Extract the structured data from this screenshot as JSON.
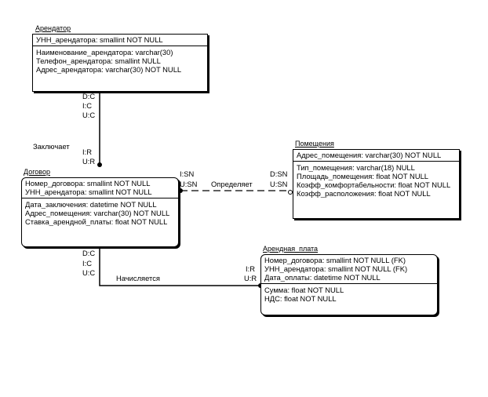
{
  "diagram": {
    "entities": {
      "arendator": {
        "title": "Арендатор",
        "pk": [
          "УНН_арендатора: smallint NOT NULL"
        ],
        "attrs": [
          "Наименование_арендатора: varchar(30)",
          "Телефон_арендатора: smallint NULL",
          "Адрес_арендатора: varchar(30) NOT NULL"
        ]
      },
      "dogovor": {
        "title": "Договор",
        "pk": [
          "Номер_договора: smallint NOT NULL",
          "УНН_арендатора: smallint NOT NULL"
        ],
        "attrs": [
          "Дата_заключения: datetime NOT NULL",
          "Адрес_помещения: varchar(30) NOT NULL",
          "Ставка_арендной_платы: float NOT NULL"
        ]
      },
      "pomeshcheniya": {
        "title": "Помещения",
        "pk": [
          "Адрес_помещения: varchar(30) NOT NULL"
        ],
        "attrs": [
          "Тип_помещения: varchar(18) NULL",
          "Площадь_помещения: float NOT NULL",
          "Коэфф_комфортабельности: float NOT NULL",
          "Коэфф_расположения: float NOT NULL"
        ]
      },
      "arendnaya_plata": {
        "title": "Арендная_плата",
        "pk": [
          "Номер_договора: smallint NOT NULL (FK)",
          "УНН_арендатора: smallint NOT NULL (FK)",
          "Дата_оплаты: datetime NOT NULL"
        ],
        "attrs": [
          "Сумма: float NOT NULL",
          "НДС: float NOT NULL"
        ]
      }
    },
    "relationships": {
      "zaklyuchaet": {
        "name": "Заключает",
        "parent_rules": [
          "D:C",
          "I:C",
          "U:C"
        ],
        "child_rules": [
          "I:R",
          "U:R"
        ]
      },
      "opredelyaet": {
        "name": "Определяет",
        "child_rules": [
          "I:SN",
          "U:SN"
        ],
        "parent_rules": [
          "D:SN",
          "U:SN"
        ]
      },
      "nachislyaetsya": {
        "name": "Начисляется",
        "parent_rules": [
          "D:C",
          "I:C",
          "U:C"
        ],
        "child_rules": [
          "I:R",
          "U:R"
        ]
      }
    }
  }
}
